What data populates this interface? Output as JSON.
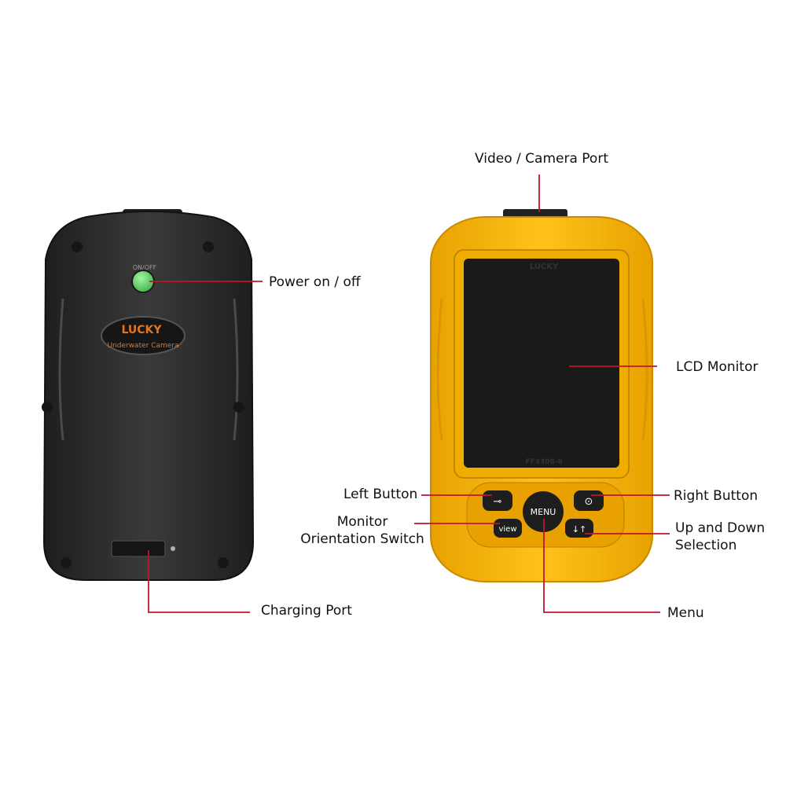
{
  "colors": {
    "leader_line": "#c0142c",
    "back_body": "#2b2b2b",
    "front_body": "#f5b70d",
    "screen": "#1a1a1a",
    "power_button": "#5cd86a",
    "logo_text": "#e8751a"
  },
  "back_unit": {
    "power_label": "ON/OFF",
    "logo_brand": "LUCKY",
    "logo_subtitle": "Underwater Camera"
  },
  "front_unit": {
    "brand": "LUCKY",
    "model": "FF3308-8",
    "menu_button": "MENU",
    "view_button": "view"
  },
  "labels": {
    "video_camera_port": "Video / Camera Port",
    "power": "Power on / off",
    "lcd_monitor": "LCD Monitor",
    "left_button": "Left Button",
    "right_button": "Right Button",
    "monitor_orientation_line1": "Monitor",
    "monitor_orientation_line2": "Orientation Switch",
    "up_down_line1": "Up and Down",
    "up_down_line2": "Selection",
    "charging_port": "Charging Port",
    "menu": "Menu"
  }
}
